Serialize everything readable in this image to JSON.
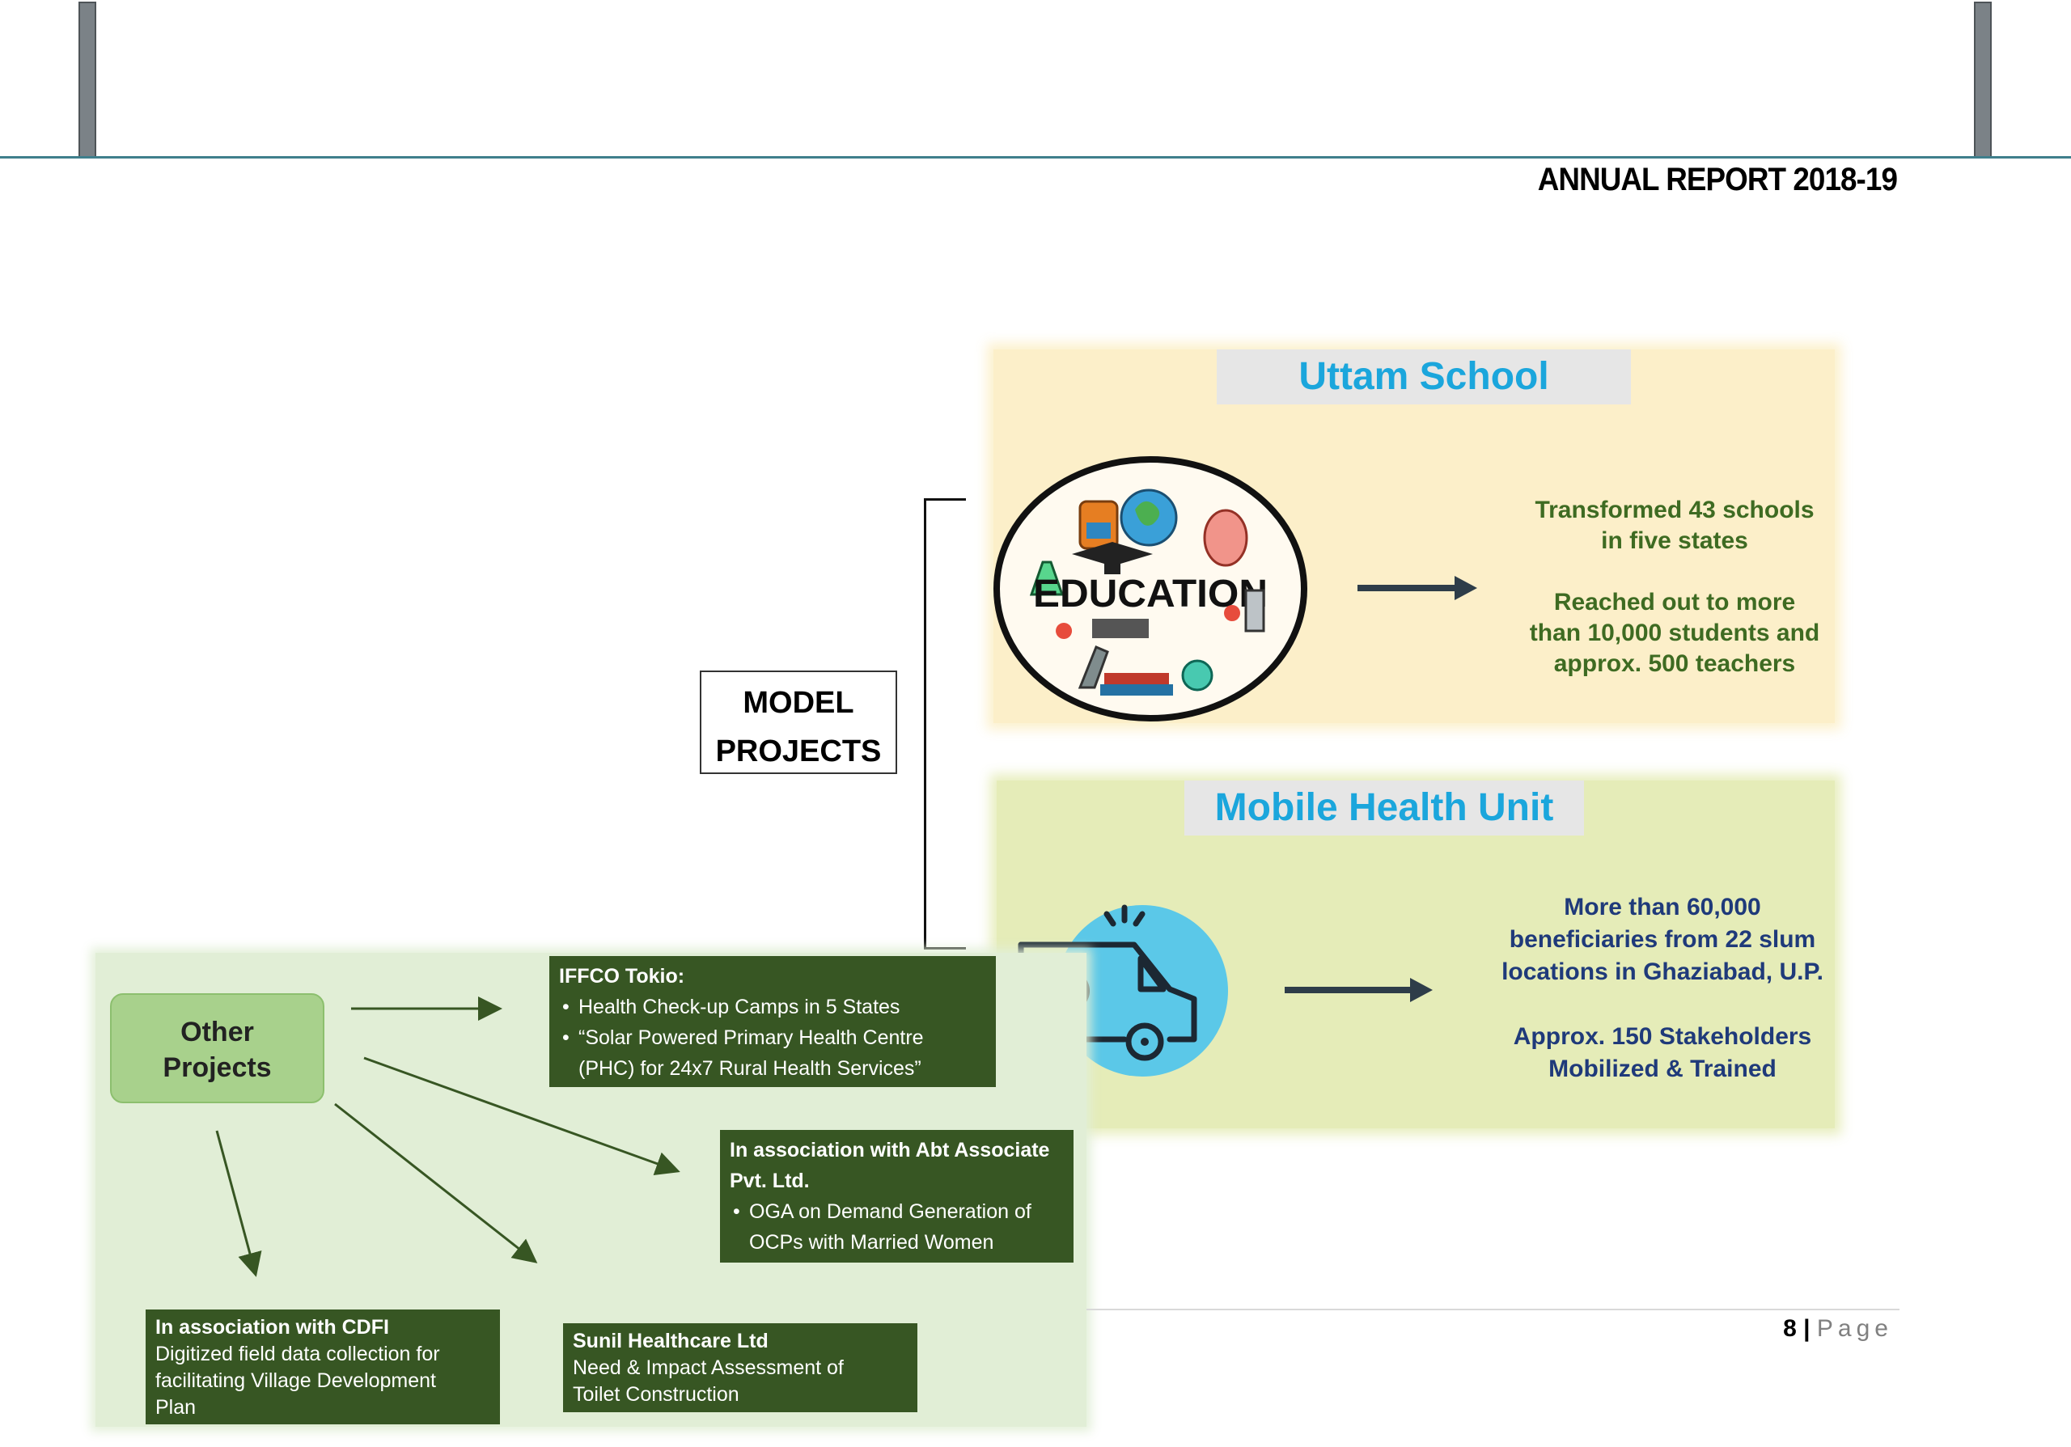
{
  "header": {
    "report_title": "ANNUAL REPORT 2018-19"
  },
  "model_projects": {
    "label_line1": "MODEL",
    "label_line2": "PROJECTS"
  },
  "uttam_school": {
    "title": "Uttam School",
    "image_word": "EDUCATION",
    "line1": "Transformed 43 schools",
    "line2": "in five states",
    "line3": "Reached out to more",
    "line4": "than 10,000 students and",
    "line5": "approx. 500 teachers"
  },
  "mobile_health": {
    "title": "Mobile Health Unit",
    "line1": "More than 60,000",
    "line2": "beneficiaries from 22 slum",
    "line3": "locations in Ghaziabad, U.P.",
    "line4": "Approx. 150 Stakeholders",
    "line5": "Mobilized & Trained"
  },
  "other_projects": {
    "label_line1": "Other",
    "label_line2": "Projects",
    "iffco": {
      "title": "IFFCO Tokio:",
      "item1": "Health Check-up Camps in 5 States",
      "item2a": "“Solar Powered Primary Health Centre",
      "item2b": "(PHC) for 24x7 Rural Health Services”"
    },
    "abt": {
      "title_a": "In association with Abt Associate",
      "title_b": "Pvt. Ltd.",
      "item1a": "OGA on Demand Generation of",
      "item1b": "OCPs with Married Women"
    },
    "cdfi": {
      "title": "In association with CDFI",
      "line1": "Digitized field data collection for",
      "line2": "facilitating Village Development",
      "line3": "Plan"
    },
    "sunil": {
      "title": "Sunil Healthcare Ltd",
      "line1": "Need & Impact Assessment of",
      "line2": "Toilet Construction"
    }
  },
  "footer": {
    "page_number": "8",
    "separator": "|",
    "page_word": "Page"
  },
  "colors": {
    "title_blue": "#1ba6dc",
    "edu_green": "#3e6b22",
    "health_navy": "#1f3a7a",
    "dark_green_box": "#375623"
  }
}
